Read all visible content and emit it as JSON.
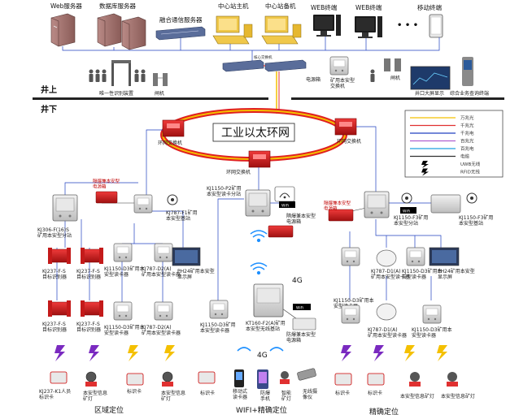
{
  "top": {
    "web_server": "Web服务器",
    "db_server": "数据库服务器",
    "fusion_server": "融合通信服务器",
    "center_main": "中心站主机",
    "center_backup": "中心站备机",
    "web_terminal_1": "WEB终端",
    "web_terminal_2": "WEB终端",
    "mobile_terminal": "移动终端",
    "core_switch": "核心交换机",
    "door_id": "唯一性识别装置",
    "gate_left": "闸机",
    "power_box_top": "电源箱",
    "station_top": "矿用本安型\n交换机",
    "gate_right": "闸机",
    "big_screen": "井口大屏显示",
    "kiosk": "综合业务查询终端",
    "ellipsis": "• • •"
  },
  "levels": {
    "above": "井上",
    "below": "井下"
  },
  "ring": {
    "title": "工业以太环网",
    "switch_left": "环网交换机",
    "switch_right": "环网交换机",
    "switch_bottom": "环网交换机"
  },
  "legend": {
    "items": [
      {
        "label": "万兆光",
        "color": "#f4c000"
      },
      {
        "label": "千兆光",
        "color": "#e03030"
      },
      {
        "label": "千兆电",
        "color": "#2040c0"
      },
      {
        "label": "百兆光",
        "color": "#b060d0"
      },
      {
        "label": "百兆电",
        "color": "#20a0e0"
      },
      {
        "label": "电缆",
        "color": "#303030"
      },
      {
        "label": "UWB无线",
        "color": "#000000"
      },
      {
        "label": "RFID无线",
        "color": "#000000"
      }
    ]
  },
  "left": {
    "substation": "KJ306-F(16)S\n矿用本安型分站",
    "power_box": "隔爆兼本安型\n电源箱",
    "base": "KJ787-F1矿用\n本安型基站",
    "reader_a1": "KJ237-F-S\n目标识别器",
    "reader_a2": "KJ237-F-S\n目标识别器",
    "reader_a3": "KJ237-F-S\n目标识别器",
    "reader_a4": "KJ237-F-S\n目标识别器",
    "reader_b1": "KJ1150-D3矿用本\n安型读卡器",
    "reader_b2": "KJ787-D2(A)\n矿用本安型读卡器",
    "reader_b3": "KJ1150-D3矿用本\n安型读卡器",
    "reader_b4": "KJ787-D2(A)\n矿用本安型读卡器",
    "display": "PH24矿用本安型\n显示屏",
    "card_1": "KJ237-K1人员\n标识卡",
    "card_2": "本安型信息\n矿灯",
    "card_3": "标识卡",
    "card_4": "本安型信息\n矿灯",
    "section": "区域定位"
  },
  "center": {
    "base": "KJ1150-P2矿用\n本安型读卡分站",
    "power_box": "隔爆兼本安型\n电源箱",
    "reader_c1": "KJ1150-D3矿用\n本安型读卡器",
    "wireless_base": "KT160-F2(A)矿用\n本安型无线基站",
    "power_box_2": "防爆兼本安型\n电源箱",
    "lte": "4G",
    "card_1": "标识卡",
    "card_2": "移动式\n读卡器",
    "card_3": "防爆\n手机",
    "card_4": "智能\n矿灯",
    "card_5": "无线摄\n像仪",
    "section": "WIFI+精确定位"
  },
  "right": {
    "power_box": "隔爆兼本安型\n电源箱",
    "base": "KJ1150-F3矿用\n本安型分站",
    "base_2": "KJ1150-F3矿用\n本安型基站",
    "reader_d1": "KJ787-D1(A)\n矿用本安型读卡器",
    "reader_d2": "KJ1150-D3矿用本\n安型读卡器",
    "reader_d3": "KJ1150-D3矿用本\n安型读卡器",
    "reader_d4": "KJ787-D1(A)\n矿用本安型读卡器",
    "reader_d5": "KJ1150-D3矿用本\n安型读卡器",
    "display": "PH24矿用本安型\n显示屏",
    "card_1": "标识卡",
    "card_2": "标识卡",
    "card_3": "本安型信息矿灯",
    "card_4": "本安型信息矿灯",
    "section": "精确定位"
  },
  "wifi_label": "WiFi",
  "colors": {
    "ring_outer": "#e02020",
    "ring_inner": "#f4c000",
    "red_box": "#d81e1e",
    "fiber_red": "#e03030",
    "fiber_blue": "#2040c0",
    "cable": "#333333"
  }
}
